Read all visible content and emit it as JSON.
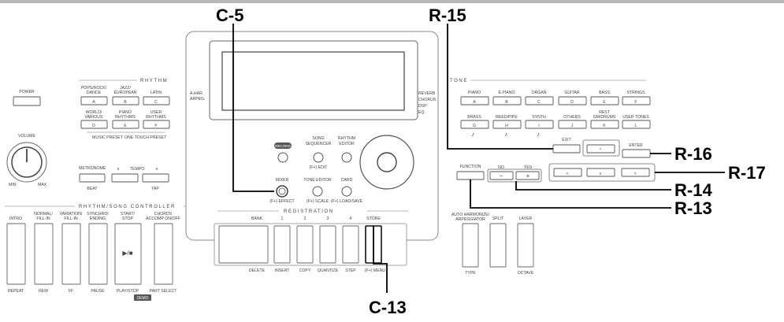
{
  "callouts": {
    "c5": "C-5",
    "c13": "C-13",
    "r13": "R-13",
    "r14": "R-14",
    "r15": "R-15",
    "r16": "R-16",
    "r17": "R-17"
  },
  "power": "POWER",
  "volume": {
    "label": "VOLUME",
    "min": "MIN",
    "max": "MAX"
  },
  "rhythm": {
    "title": "RHYTHM",
    "row1": [
      {
        "label": "POPS/ROCK/",
        "label2": "DANCE",
        "key": "A"
      },
      {
        "label": "JAZZ/",
        "label2": "EUROPEAN",
        "key": "B"
      },
      {
        "label": "LATIN",
        "label2": "",
        "key": "C"
      }
    ],
    "row2": [
      {
        "label": "WORLD/",
        "label2": "VARIOUS",
        "key": "D"
      },
      {
        "label": "PIANO",
        "label2": "RHYTHMS",
        "key": "E"
      },
      {
        "label": "USER",
        "label2": "RHYTHMS",
        "key": "F"
      }
    ],
    "preset_music": "MUSIC PRESET",
    "preset_touch": "ONE TOUCH PRESET"
  },
  "metronome": {
    "label": "METRONOME",
    "sub": "BEAT"
  },
  "tempo": {
    "label": "TEMPO",
    "sub": "TAP"
  },
  "display": {
    "left1": "A.HAR.",
    "left2": "ARPEG.",
    "right": [
      "REVERB",
      "CHORUS",
      "DSP",
      "EQ"
    ]
  },
  "center": {
    "record": "RECORD",
    "song": "SONG",
    "sequencer": "SEQUENCER",
    "song_sub": "(F+) EDIT",
    "rhythm": "RHYTHM",
    "editor": "EDITOR",
    "mixer": "MIXER",
    "mixer_sub": "(F+) EFFECT",
    "tone_editor": "TONE EDITOR",
    "tone_sub": "(F+) SCALE",
    "card": "CARD",
    "card_sub": "(F+) LOAD/SAVE"
  },
  "tone": {
    "title": "TONE",
    "row1": [
      {
        "label": "PIANO",
        "key": "A"
      },
      {
        "label": "E.PIANO",
        "key": "B"
      },
      {
        "label": "ORGAN",
        "key": "C"
      },
      {
        "label": "GUITAR",
        "key": "D"
      },
      {
        "label": "BASS",
        "key": "E"
      },
      {
        "label": "STRINGS",
        "key": "F"
      }
    ],
    "row2": [
      {
        "label": "BRASS",
        "key": "G"
      },
      {
        "label": "REED/PIPE",
        "key": "H"
      },
      {
        "label": "SYNTH",
        "key": "I"
      },
      {
        "label": "OTHERS",
        "key": "J"
      },
      {
        "label": "GM/DRUMS",
        "key": "K"
      },
      {
        "label": "USER TONES",
        "key": "L"
      }
    ],
    "rest": "REST"
  },
  "controls": {
    "exit": "EXIT",
    "enter": "ENTER",
    "function": "FUNCTION",
    "no": "NO",
    "yes": "YES",
    "minus": "−",
    "plus": "+",
    "up": "^",
    "down": "v",
    "left": "<",
    "right": ">"
  },
  "controller": {
    "title": "RHYTHM/SONG CONTROLLER",
    "labels": [
      "INTRO",
      "NORMAL/",
      "VARIATION/",
      "SYNCHRO/",
      "START/",
      "CHORDS"
    ],
    "labels2": [
      "",
      "FILL-IN",
      "FILL-IN",
      "ENDING",
      "STOP",
      "ACCOMP ON/OFF"
    ],
    "bottom": [
      "REPEAT",
      "REW",
      "FF",
      "PAUSE",
      "PLAY/STOP",
      "PART SELECT"
    ],
    "demo": "DEMO",
    "play": "▶/■"
  },
  "registration": {
    "title": "REGISTRATION",
    "top": [
      "BANK",
      "1",
      "2",
      "3",
      "4",
      "STORE"
    ],
    "bottom": [
      "DELETE",
      "INSERT",
      "COPY",
      "QUANTIZE",
      "STEP",
      "(F+) MENU"
    ]
  },
  "right_pads": {
    "top": [
      "AUTO HARMONIZE/",
      "SPLIT",
      "LAYER"
    ],
    "top2": [
      "ARPEGGIATOR",
      "",
      ""
    ],
    "bottom": [
      "TYPE",
      "",
      "OCTAVE"
    ]
  }
}
